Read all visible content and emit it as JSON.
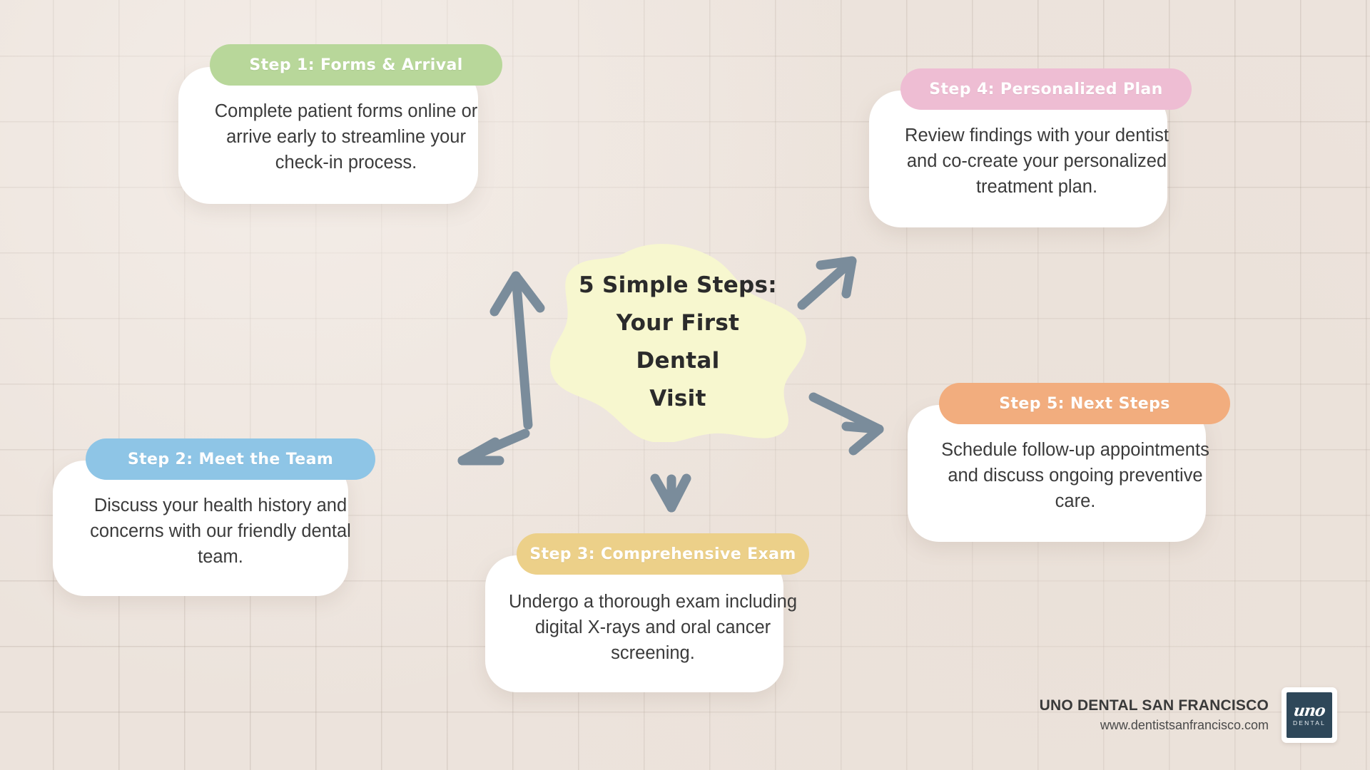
{
  "center": {
    "title_lines": [
      "5 Simple Steps:",
      "Your First Dental",
      "Visit"
    ],
    "blob_color": "#f7f7cf"
  },
  "background": {
    "color": "#ece3dc",
    "grid_line_color": "#96877a"
  },
  "arrow_color": "#7a8c9b",
  "steps": [
    {
      "id": "step-1",
      "header": "Step 1: Forms & Arrival",
      "description": "Complete patient forms online or arrive early to streamline your check-in process.",
      "color": "#b8d79a"
    },
    {
      "id": "step-2",
      "header": "Step 2: Meet the Team",
      "description": "Discuss your health history and concerns with our friendly dental team.",
      "color": "#8ec5e6"
    },
    {
      "id": "step-3",
      "header": "Step 3: Comprehensive Exam",
      "description": "Undergo a thorough exam including digital X-rays and oral cancer screening.",
      "color": "#ecd089"
    },
    {
      "id": "step-4",
      "header": "Step 4: Personalized Plan",
      "description": "Review findings with your dentist and co-create your personalized treatment plan.",
      "color": "#eebdd3"
    },
    {
      "id": "step-5",
      "header": "Step 5: Next Steps",
      "description": "Schedule follow-up appointments and discuss ongoing preventive care.",
      "color": "#f2ad7e"
    }
  ],
  "footer": {
    "brand": "UNO DENTAL SAN FRANCISCO",
    "url": "www.dentistsanfrancisco.com",
    "logo_mark": "uno",
    "logo_sub": "DENTAL",
    "logo_color": "#2e4759"
  }
}
